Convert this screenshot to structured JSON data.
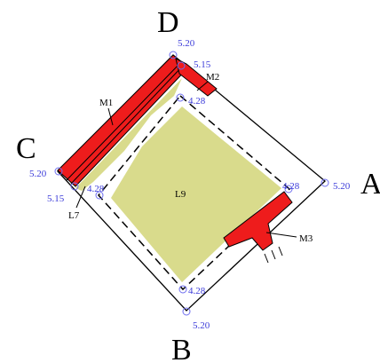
{
  "corners": {
    "a": "A",
    "b": "B",
    "c": "C",
    "d": "D"
  },
  "levels": {
    "top_outer": "5.20",
    "top_inner_red": "5.15",
    "top_inner": "4.28",
    "left_outer": "5.20",
    "left_inner_red": "5.15",
    "left_inner": "4.28",
    "right_outer": "5.20",
    "right_inner": "4.28",
    "bottom_outer": "5.20",
    "bottom_inner": "4.28"
  },
  "areas": {
    "m1": "M1",
    "m2": "M2",
    "m3": "M3",
    "l7": "L7",
    "l9": "L9"
  },
  "colors": {
    "red_zone": "#ee1c1c",
    "olive_zone": "#d9db8c",
    "level_text": "#3b3bd9"
  }
}
